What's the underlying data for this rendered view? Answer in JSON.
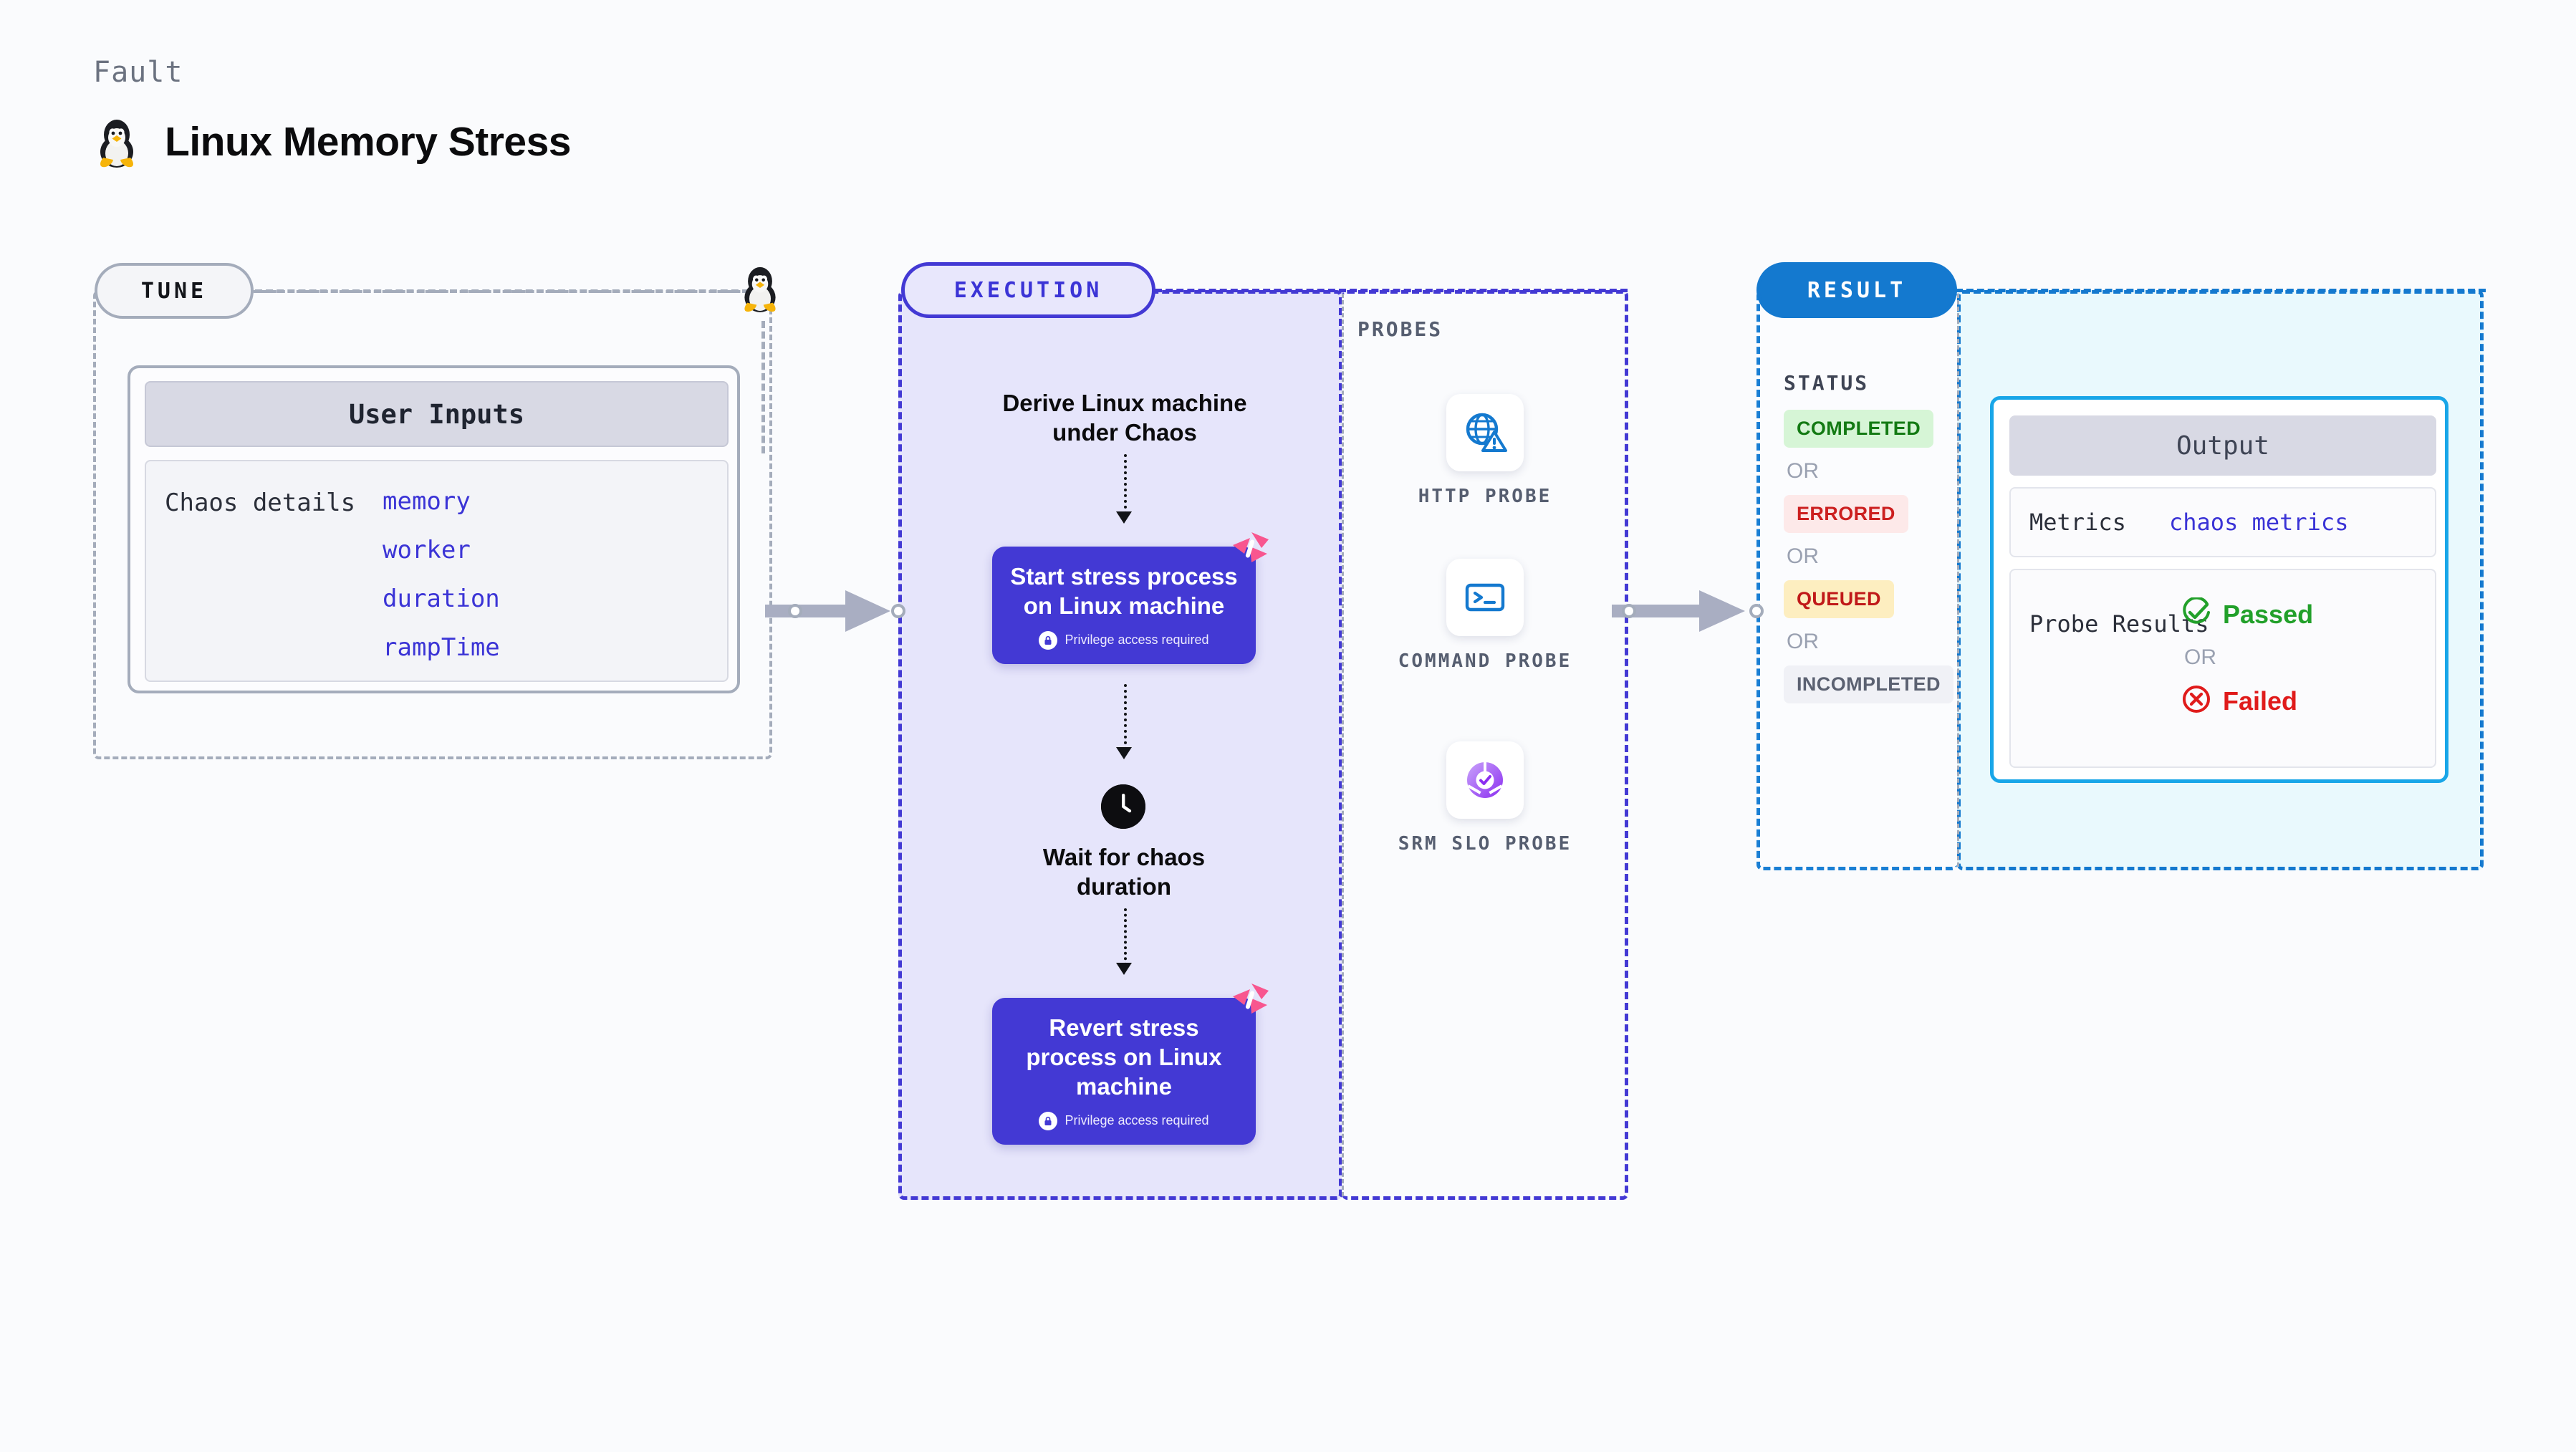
{
  "header": {
    "kicker": "Fault",
    "title": "Linux Memory Stress",
    "icon": "linux-tux-penguin-icon"
  },
  "tune": {
    "pill_label": "TUNE",
    "card_header": "User Inputs",
    "row_label": "Chaos details",
    "params": [
      "memory",
      "worker",
      "duration",
      "rampTime"
    ],
    "connector_icon": "linux-tux-penguin-icon"
  },
  "execution": {
    "pill_label": "EXECUTION",
    "start_text": "Derive Linux machine under Chaos",
    "nodes": [
      {
        "title": "Start stress process on Linux machine",
        "privilege_note": "Privilege access required",
        "privilege_icon": "lock-icon",
        "corner_icon": "harness-logo-icon"
      },
      {
        "title": "Revert stress process on Linux machine",
        "privilege_note": "Privilege access required",
        "privilege_icon": "lock-icon",
        "corner_icon": "harness-logo-icon"
      }
    ],
    "wait_step": {
      "icon": "clock-icon",
      "text": "Wait for chaos duration"
    }
  },
  "probes": {
    "section_label": "PROBES",
    "items": [
      {
        "caption": "HTTP PROBE",
        "icon": "globe-warning-icon",
        "color": "#1479cf"
      },
      {
        "caption": "COMMAND PROBE",
        "icon": "terminal-icon",
        "color": "#1479cf"
      },
      {
        "caption": "SRM SLO PROBE",
        "icon": "slo-donut-check-icon",
        "color": "#a148f5"
      }
    ]
  },
  "result": {
    "pill_label": "RESULT",
    "status_label": "STATUS",
    "or_label": "OR",
    "statuses": [
      {
        "label": "COMPLETED",
        "bg": "#d6f5d6",
        "fg": "#137a13"
      },
      {
        "label": "ERRORED",
        "bg": "#fde9e9",
        "fg": "#cc1f1f"
      },
      {
        "label": "QUEUED",
        "bg": "#fdeec0",
        "fg": "#c01919"
      },
      {
        "label": "INCOMPLETED",
        "bg": "#f0f1f6",
        "fg": "#5b6171"
      }
    ],
    "output": {
      "header": "Output",
      "metrics_label": "Metrics",
      "metrics_value": "chaos metrics",
      "probe_results_label": "Probe Results",
      "passed_label": "Passed",
      "passed_icon": "check-circle-icon",
      "failed_label": "Failed",
      "failed_icon": "x-circle-icon",
      "or_label": "OR"
    }
  },
  "colors": {
    "accent_purple": "#4339d4",
    "accent_blue": "#1479cf",
    "accent_cyan": "#18a6e8",
    "pink": "#f8568f",
    "grey_dash": "#a4acbb",
    "arrow_grey": "#a9aec2"
  }
}
